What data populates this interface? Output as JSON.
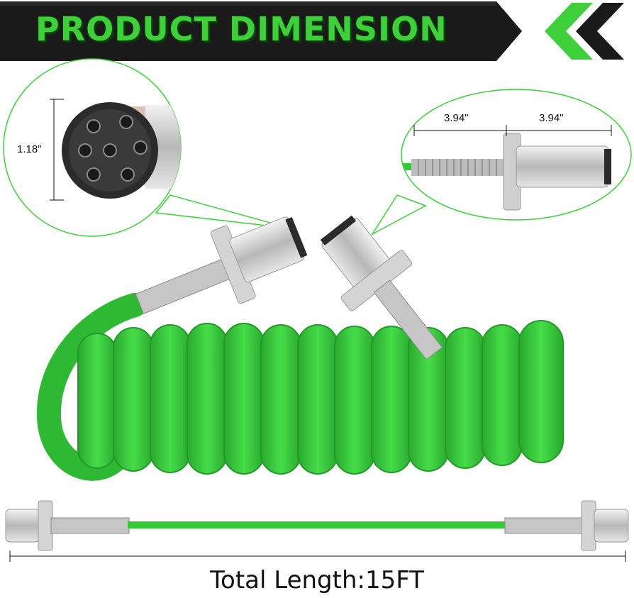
{
  "banner": {
    "title": "PRODUCT DIMENSION"
  },
  "dimensions": {
    "socket_diameter": "1.18\"",
    "plug_left_length": "3.94\"",
    "plug_right_length": "3.94\""
  },
  "total_length": "Total Length:15FT",
  "colors": {
    "accent": "#3ecf3a",
    "cable": "#35c93a",
    "banner_bg": "#1c1c1c"
  }
}
